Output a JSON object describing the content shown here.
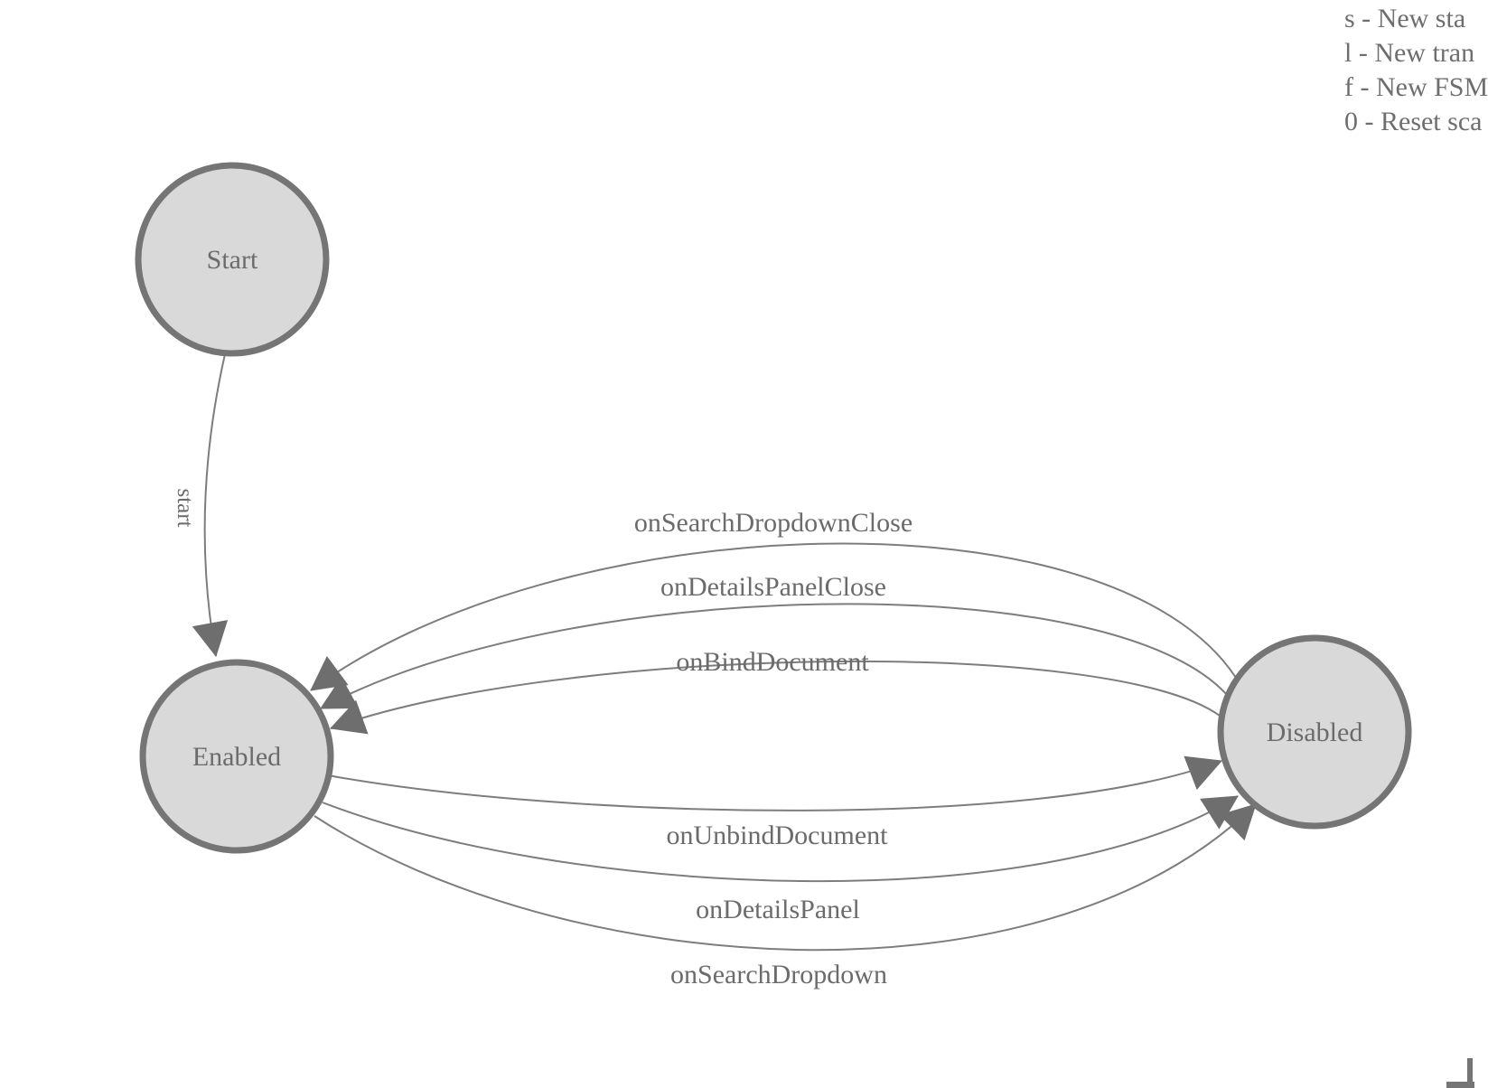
{
  "colors": {
    "node_fill": "#d9d9d9",
    "node_stroke": "#757575",
    "edge_stroke": "#7d7d7d",
    "arrow_fill": "#6e6e6e",
    "label_color": "#6b6b6b",
    "legend_color": "#6e6e6e"
  },
  "legend": {
    "items": [
      "s - New sta",
      "l - New tran",
      "f - New FSM",
      "0 - Reset sca"
    ]
  },
  "nodes": {
    "start": {
      "label": "Start"
    },
    "enabled": {
      "label": "Enabled"
    },
    "disabled": {
      "label": "Disabled"
    }
  },
  "edges": [
    {
      "from": "start",
      "to": "enabled",
      "label": "start"
    },
    {
      "from": "disabled",
      "to": "enabled",
      "label": "onSearchDropdownClose"
    },
    {
      "from": "disabled",
      "to": "enabled",
      "label": "onDetailsPanelClose"
    },
    {
      "from": "disabled",
      "to": "enabled",
      "label": "onBindDocument"
    },
    {
      "from": "enabled",
      "to": "disabled",
      "label": "onUnbindDocument"
    },
    {
      "from": "enabled",
      "to": "disabled",
      "label": "onDetailsPanel"
    },
    {
      "from": "enabled",
      "to": "disabled",
      "label": "onSearchDropdown"
    }
  ]
}
